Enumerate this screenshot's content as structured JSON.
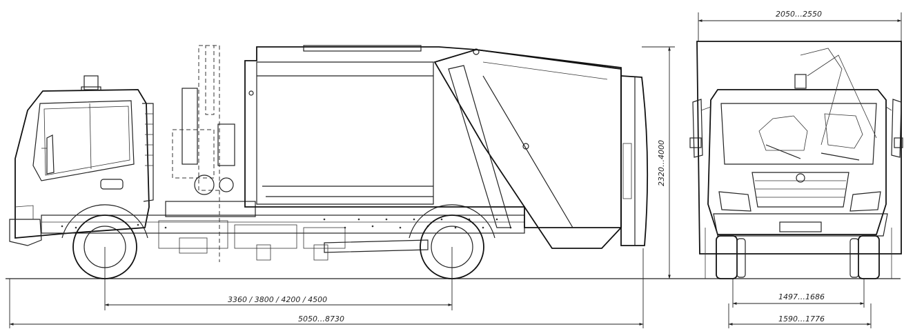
{
  "dimensions": {
    "body_width": "2050…2550",
    "overall_height": "2320…4000",
    "wheelbase": "3360 / 3800 / 4200 / 4500",
    "overall_length": "5050…8730",
    "track_front": "1497…1686",
    "track_rear": "1590…1776"
  },
  "colors": {
    "line": "#222222",
    "background": "#ffffff"
  }
}
